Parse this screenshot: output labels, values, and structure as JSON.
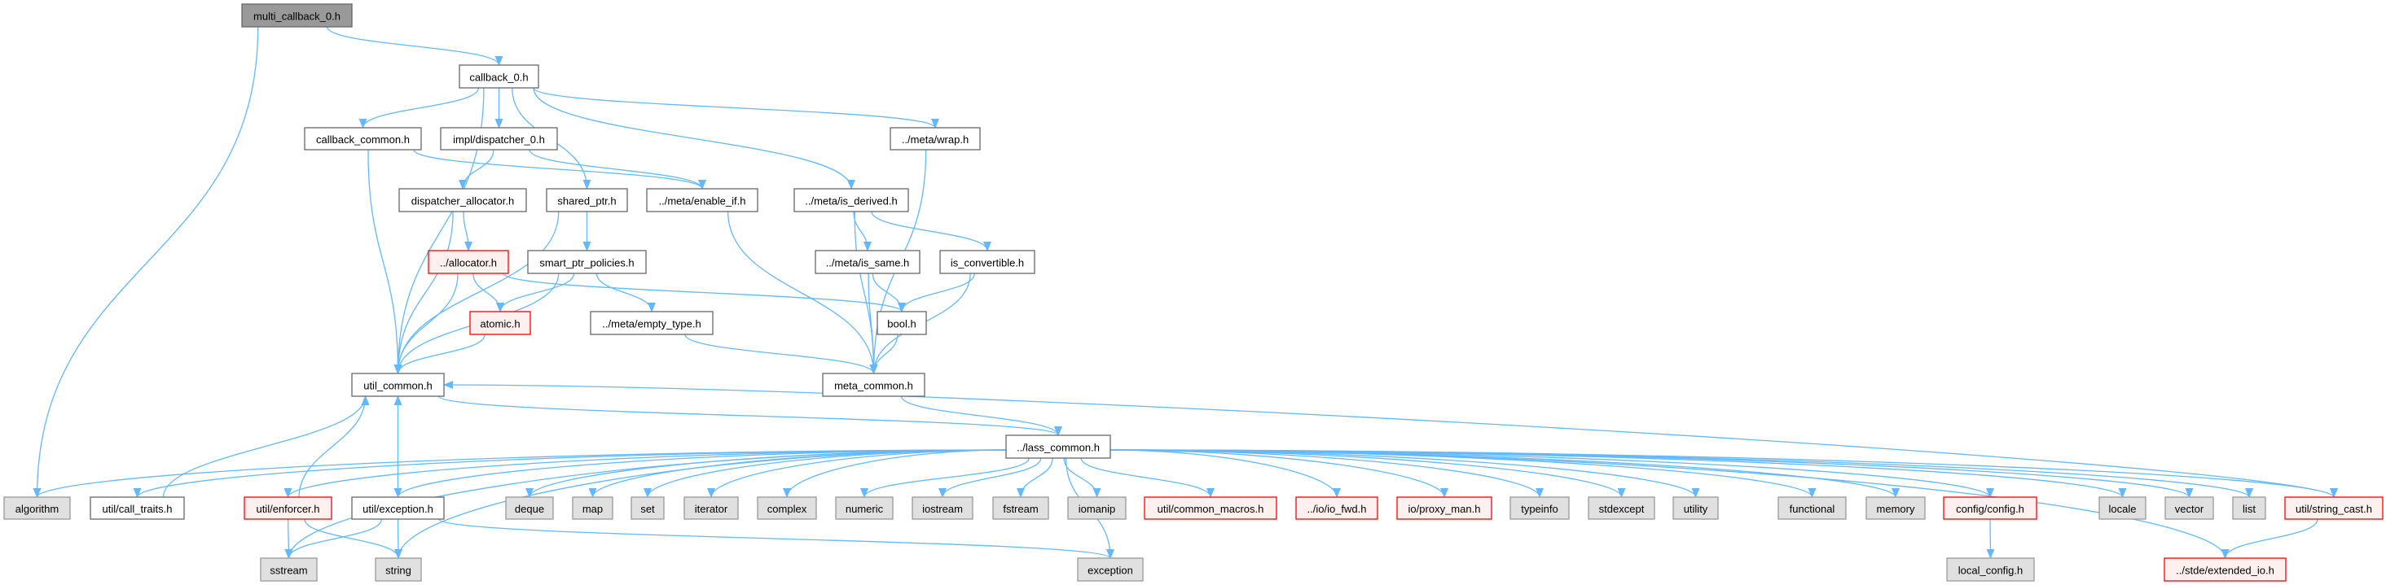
{
  "graph": {
    "title": "multi_callback_0.h include dependency graph",
    "colors": {
      "edge": "#63b8ff",
      "root_fill": "#999999",
      "system_fill": "#e0e0e0",
      "missing_fill": "#fff0f0",
      "missing_border": "#ff0000"
    },
    "nodes": [
      {
        "id": "multi_callback",
        "label": "multi_callback_0.h",
        "kind": "root"
      },
      {
        "id": "callback0",
        "label": "callback_0.h",
        "kind": "normal"
      },
      {
        "id": "callback_common",
        "label": "callback_common.h",
        "kind": "normal"
      },
      {
        "id": "dispatcher0",
        "label": "impl/dispatcher_0.h",
        "kind": "normal"
      },
      {
        "id": "wrap",
        "label": "../meta/wrap.h",
        "kind": "normal"
      },
      {
        "id": "dispatcher_alloc",
        "label": "dispatcher_allocator.h",
        "kind": "normal"
      },
      {
        "id": "shared_ptr",
        "label": "shared_ptr.h",
        "kind": "normal"
      },
      {
        "id": "enable_if",
        "label": "../meta/enable_if.h",
        "kind": "normal"
      },
      {
        "id": "is_derived",
        "label": "../meta/is_derived.h",
        "kind": "normal"
      },
      {
        "id": "allocator",
        "label": "../allocator.h",
        "kind": "red"
      },
      {
        "id": "smart_ptr_policies",
        "label": "smart_ptr_policies.h",
        "kind": "normal"
      },
      {
        "id": "is_same",
        "label": "../meta/is_same.h",
        "kind": "normal"
      },
      {
        "id": "is_convertible",
        "label": "is_convertible.h",
        "kind": "normal"
      },
      {
        "id": "atomic",
        "label": "atomic.h",
        "kind": "red"
      },
      {
        "id": "empty_type",
        "label": "../meta/empty_type.h",
        "kind": "normal"
      },
      {
        "id": "bool",
        "label": "bool.h",
        "kind": "normal"
      },
      {
        "id": "util_common",
        "label": "util_common.h",
        "kind": "normal"
      },
      {
        "id": "meta_common",
        "label": "meta_common.h",
        "kind": "normal"
      },
      {
        "id": "lass_common",
        "label": "../lass_common.h",
        "kind": "normal"
      },
      {
        "id": "algorithm",
        "label": "algorithm",
        "kind": "system"
      },
      {
        "id": "call_traits",
        "label": "util/call_traits.h",
        "kind": "normal"
      },
      {
        "id": "enforcer",
        "label": "util/enforcer.h",
        "kind": "red"
      },
      {
        "id": "exception_h",
        "label": "util/exception.h",
        "kind": "normal"
      },
      {
        "id": "deque",
        "label": "deque",
        "kind": "system"
      },
      {
        "id": "map",
        "label": "map",
        "kind": "system"
      },
      {
        "id": "set",
        "label": "set",
        "kind": "system"
      },
      {
        "id": "iterator",
        "label": "iterator",
        "kind": "system"
      },
      {
        "id": "complex",
        "label": "complex",
        "kind": "system"
      },
      {
        "id": "numeric",
        "label": "numeric",
        "kind": "system"
      },
      {
        "id": "iostream",
        "label": "iostream",
        "kind": "system"
      },
      {
        "id": "fstream",
        "label": "fstream",
        "kind": "system"
      },
      {
        "id": "iomanip",
        "label": "iomanip",
        "kind": "system"
      },
      {
        "id": "common_macros",
        "label": "util/common_macros.h",
        "kind": "red"
      },
      {
        "id": "io_fwd",
        "label": "../io/io_fwd.h",
        "kind": "red"
      },
      {
        "id": "proxy_man",
        "label": "io/proxy_man.h",
        "kind": "red"
      },
      {
        "id": "typeinfo",
        "label": "typeinfo",
        "kind": "system"
      },
      {
        "id": "stdexcept",
        "label": "stdexcept",
        "kind": "system"
      },
      {
        "id": "utility",
        "label": "utility",
        "kind": "system"
      },
      {
        "id": "functional",
        "label": "functional",
        "kind": "system"
      },
      {
        "id": "memory",
        "label": "memory",
        "kind": "system"
      },
      {
        "id": "config",
        "label": "config/config.h",
        "kind": "red"
      },
      {
        "id": "locale",
        "label": "locale",
        "kind": "system"
      },
      {
        "id": "vector",
        "label": "vector",
        "kind": "system"
      },
      {
        "id": "list",
        "label": "list",
        "kind": "system"
      },
      {
        "id": "string_cast",
        "label": "util/string_cast.h",
        "kind": "red"
      },
      {
        "id": "sstream",
        "label": "sstream",
        "kind": "system"
      },
      {
        "id": "string",
        "label": "string",
        "kind": "system"
      },
      {
        "id": "exception",
        "label": "exception",
        "kind": "system"
      },
      {
        "id": "local_config",
        "label": "local_config.h",
        "kind": "system"
      },
      {
        "id": "extended_io",
        "label": "../stde/extended_io.h",
        "kind": "red"
      }
    ],
    "edges": [
      [
        "multi_callback",
        "callback0"
      ],
      [
        "multi_callback",
        "algorithm"
      ],
      [
        "callback0",
        "callback_common"
      ],
      [
        "callback0",
        "dispatcher0"
      ],
      [
        "callback0",
        "shared_ptr"
      ],
      [
        "callback0",
        "is_derived"
      ],
      [
        "callback0",
        "wrap"
      ],
      [
        "callback0",
        "util_common"
      ],
      [
        "callback_common",
        "enable_if"
      ],
      [
        "callback_common",
        "util_common"
      ],
      [
        "dispatcher0",
        "dispatcher_alloc"
      ],
      [
        "dispatcher0",
        "enable_if"
      ],
      [
        "dispatcher_alloc",
        "allocator"
      ],
      [
        "dispatcher_alloc",
        "util_common"
      ],
      [
        "shared_ptr",
        "smart_ptr_policies"
      ],
      [
        "shared_ptr",
        "util_common"
      ],
      [
        "enable_if",
        "meta_common"
      ],
      [
        "wrap",
        "meta_common"
      ],
      [
        "is_derived",
        "is_same"
      ],
      [
        "is_derived",
        "is_convertible"
      ],
      [
        "is_derived",
        "meta_common"
      ],
      [
        "allocator",
        "atomic"
      ],
      [
        "allocator",
        "util_common"
      ],
      [
        "allocator",
        "bool"
      ],
      [
        "smart_ptr_policies",
        "atomic"
      ],
      [
        "smart_ptr_policies",
        "empty_type"
      ],
      [
        "smart_ptr_policies",
        "util_common"
      ],
      [
        "atomic",
        "util_common"
      ],
      [
        "empty_type",
        "meta_common"
      ],
      [
        "is_same",
        "bool"
      ],
      [
        "is_same",
        "meta_common"
      ],
      [
        "is_convertible",
        "bool"
      ],
      [
        "is_convertible",
        "meta_common"
      ],
      [
        "bool",
        "meta_common"
      ],
      [
        "meta_common",
        "lass_common"
      ],
      [
        "util_common",
        "lass_common"
      ],
      [
        "lass_common",
        "algorithm"
      ],
      [
        "lass_common",
        "call_traits"
      ],
      [
        "lass_common",
        "enforcer"
      ],
      [
        "lass_common",
        "exception_h"
      ],
      [
        "lass_common",
        "deque"
      ],
      [
        "lass_common",
        "map"
      ],
      [
        "lass_common",
        "set"
      ],
      [
        "lass_common",
        "iterator"
      ],
      [
        "lass_common",
        "complex"
      ],
      [
        "lass_common",
        "numeric"
      ],
      [
        "lass_common",
        "iostream"
      ],
      [
        "lass_common",
        "fstream"
      ],
      [
        "lass_common",
        "iomanip"
      ],
      [
        "lass_common",
        "common_macros"
      ],
      [
        "lass_common",
        "io_fwd"
      ],
      [
        "lass_common",
        "proxy_man"
      ],
      [
        "lass_common",
        "typeinfo"
      ],
      [
        "lass_common",
        "stdexcept"
      ],
      [
        "lass_common",
        "utility"
      ],
      [
        "lass_common",
        "functional"
      ],
      [
        "lass_common",
        "memory"
      ],
      [
        "lass_common",
        "config"
      ],
      [
        "lass_common",
        "locale"
      ],
      [
        "lass_common",
        "vector"
      ],
      [
        "lass_common",
        "list"
      ],
      [
        "lass_common",
        "string_cast"
      ],
      [
        "lass_common",
        "sstream"
      ],
      [
        "lass_common",
        "string"
      ],
      [
        "lass_common",
        "exception"
      ],
      [
        "lass_common",
        "extended_io"
      ],
      [
        "call_traits",
        "util_common"
      ],
      [
        "enforcer",
        "util_common"
      ],
      [
        "enforcer",
        "sstream"
      ],
      [
        "enforcer",
        "string"
      ],
      [
        "exception_h",
        "util_common"
      ],
      [
        "exception_h",
        "sstream"
      ],
      [
        "exception_h",
        "string"
      ],
      [
        "exception_h",
        "exception"
      ],
      [
        "string_cast",
        "util_common"
      ],
      [
        "string_cast",
        "extended_io"
      ],
      [
        "config",
        "local_config"
      ]
    ]
  }
}
